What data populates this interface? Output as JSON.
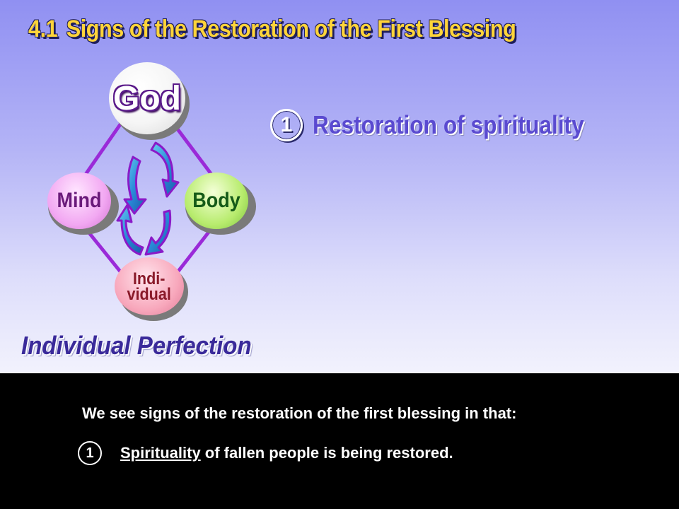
{
  "slide": {
    "number": "4.1",
    "title": "Signs of the Restoration of the First Blessing"
  },
  "diagram": {
    "nodes": {
      "god": "God",
      "mind": "Mind",
      "body": "Body",
      "individual_line1": "Indi-",
      "individual_line2": "vidual"
    },
    "caption": "Individual Perfection"
  },
  "point": {
    "number": "1",
    "text": "Restoration of spirituality"
  },
  "notes": {
    "intro": "We see signs of the restoration of the first blessing in that:",
    "items": [
      {
        "number": "1",
        "underlined": "Spirituality",
        "rest": " of fallen people is being restored."
      }
    ]
  },
  "colors": {
    "title": "#ffd43a",
    "caption": "#3a2a9a",
    "point_text": "#5a4ad0",
    "connector": "#9a2ad8",
    "arrows": "#3a9ae0"
  }
}
